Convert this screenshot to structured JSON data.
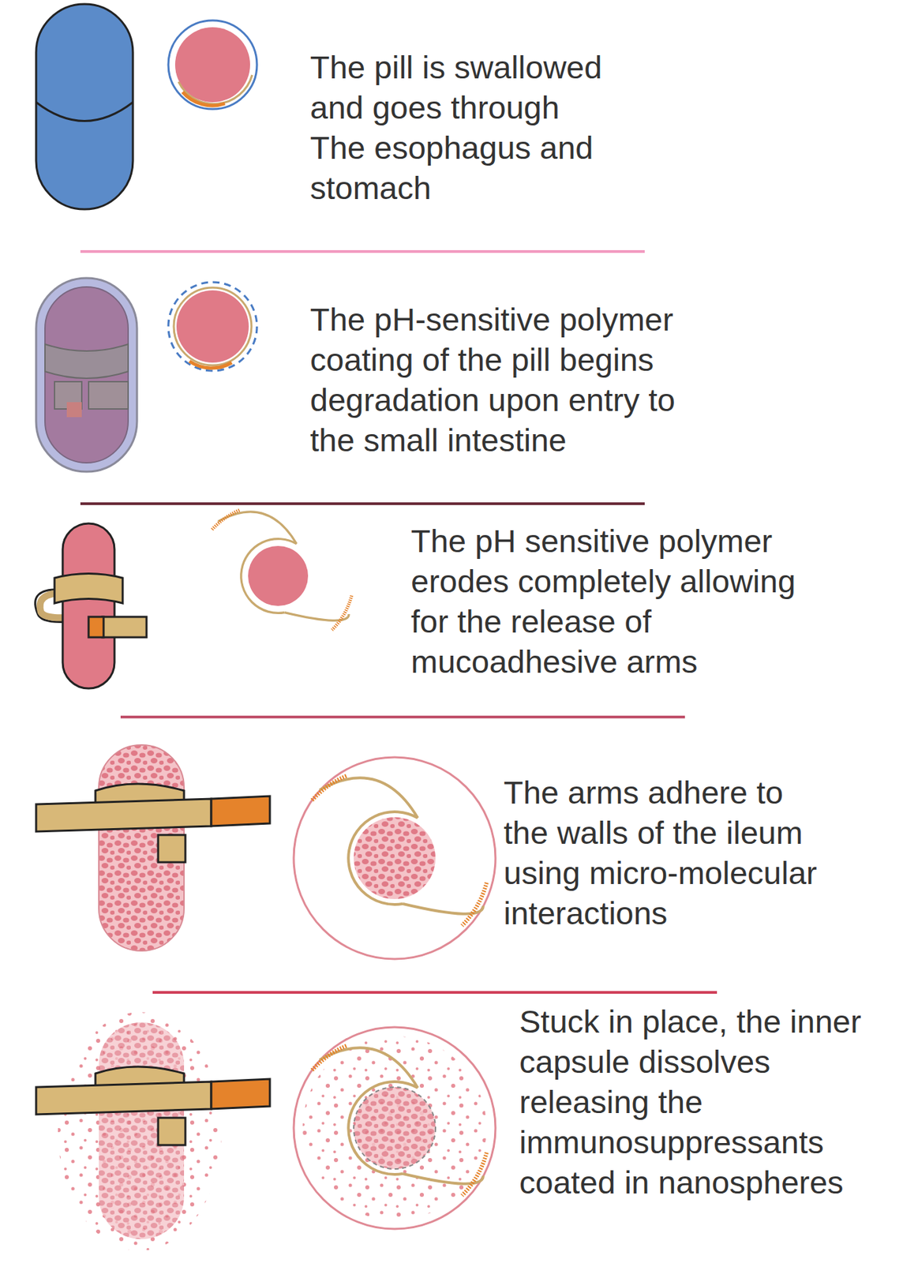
{
  "diagram": {
    "labels": [
      "The pill is swallowed and goes through The esophagus and stomach",
      "The pH-sensitive polymer coating of the pill begins degradation upon entry to the small intestine",
      "The pH sensitive polymer erodes completely allowing for the release of mucoadhesive arms",
      "The arms adhere to the walls of the ileum using micro-molecular interactions",
      "Stuck in place, the inner capsule dissolves releasing the immunosuppressants coated in nanospheres"
    ]
  }
}
